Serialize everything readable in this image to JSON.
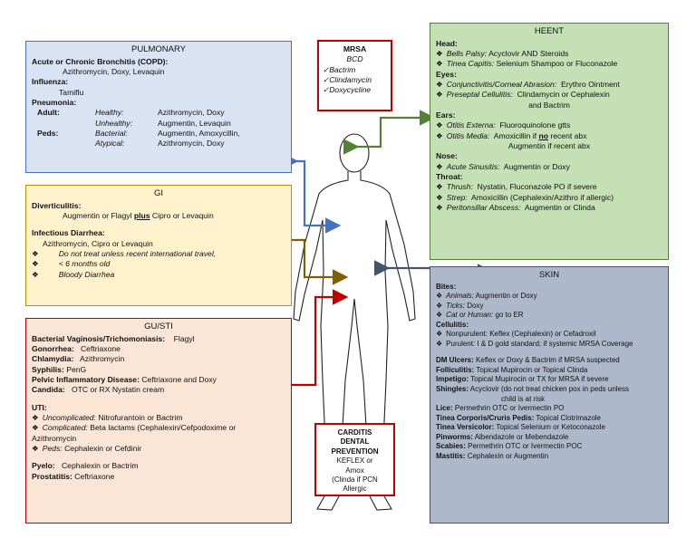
{
  "pulmonary": {
    "title": "PULMONARY",
    "bronchitis_label": "Acute or Chronic Bronchitis (COPD):",
    "bronchitis_tx": "Azithromycin, Doxy, Levaquin",
    "influenza_label": "Influenza:",
    "influenza_tx": "Tamiflu",
    "pneumonia_label": "Pneumonia:",
    "adult_label": "Adult:",
    "healthy_label": "Healthy:",
    "healthy_tx": "Azithromycin, Doxy",
    "unhealthy_label": "Unhealthy:",
    "unhealthy_tx": "Augmentin, Levaquin",
    "peds_label": "Peds:",
    "bacterial_label": "Bacterial:",
    "bacterial_tx": "Augmentin, Amoxycillin,",
    "atypical_label": "Atypical:",
    "atypical_tx": "Azithromycin, Doxy"
  },
  "mrsa": {
    "title": "MRSA",
    "subtitle": "BCD",
    "drugs": [
      "Bactrim",
      "Clindamycin",
      "Doxycycline"
    ]
  },
  "gi": {
    "title": "GI",
    "divert_label": "Diverticulitis:",
    "divert_tx_a": "Augmentin or Flagyl",
    "divert_plus": "plus",
    "divert_tx_b": "Cipro or Levaquin",
    "diarrhea_label": "Infectious Diarrhea:",
    "diarrhea_tx": "Azithromycin, Cipro or Levaquin",
    "notes": [
      "Do not treat unless recent international travel,",
      "< 6 months old",
      "Bloody Diarrhea"
    ]
  },
  "gu": {
    "title": "GU/STI",
    "bv_label": "Bacterial Vaginosis/Trichomoniasis:",
    "bv_tx": "Flagyl",
    "gon_label": "Gonorrhea:",
    "gon_tx": "Ceftriaxone",
    "chl_label": "Chlamydia:",
    "chl_tx": "Azithromycin",
    "syph_label": "Syphilis:",
    "syph_tx": "PenG",
    "pid_label": "Pelvic Inflammatory Disease:",
    "pid_tx": "Ceftriaxone and Doxy",
    "cand_label": "Candida:",
    "cand_tx": "OTC or RX Nystatin cream",
    "uti_label": "UTI:",
    "uncomp_label": "Uncomplicated:",
    "uncomp_tx": "Nitrofurantoin or Bactrim",
    "comp_label": "Complicated:",
    "comp_tx": "Beta lactams (Cephalexin/Cefpodoxime or",
    "comp_tx2": "Azithromycin",
    "peds_label": "Peds:",
    "peds_tx": "Cephalexin or Cefdinir",
    "pyelo_label": "Pyelo:",
    "pyelo_tx": "Cephalexin or Bactrim",
    "prost_label": "Prostatitis:",
    "prost_tx": "Ceftriaxone"
  },
  "heent": {
    "title": "HEENT",
    "head_label": "Head:",
    "bells_label": "Bells Palsy:",
    "bells_tx": "Acyclovir AND Steroids",
    "tinea_label": "Tinea Capitis:",
    "tinea_tx": "Selenium Shampoo or Fluconazole",
    "eyes_label": "Eyes:",
    "conj_label": "Conjunctivitis/Corneal Abrasion:",
    "conj_tx": "Erythro Ointment",
    "presep_label": "Preseptal Cellulitis:",
    "presep_tx": "Clindamycin or Cephalexin",
    "presep_tx2": "and Bactrim",
    "ears_label": "Ears:",
    "oe_label": "Otitis Externa:",
    "oe_tx": "Fluoroquinolone gtts",
    "om_label": "Otitis Media:",
    "om_tx_a": "Amoxicillin if",
    "om_no": "no",
    "om_tx_b": "recent abx",
    "om_tx2": "Augmentin if recent abx",
    "nose_label": "Nose:",
    "sinus_label": "Acute Sinusitis:",
    "sinus_tx": "Augmentin or  Doxy",
    "throat_label": "Throat:",
    "thrush_label": "Thrush:",
    "thrush_tx": "Nystatin, Fluconazole PO if severe",
    "strep_label": "Strep:",
    "strep_tx": "Amoxicillin (Cephalexin/Azithro if allergic)",
    "peri_label": "Peritonsillar Abscess:",
    "peri_tx": "Augmentin or Clinda"
  },
  "skin": {
    "title": "SKIN",
    "bites_label": "Bites:",
    "animals_label": "Animals:",
    "animals_tx": "Augmentin or Doxy",
    "ticks_label": "Ticks:",
    "ticks_tx": "Doxy",
    "cat_label": "Cat or Human:",
    "cat_tx": "go to ER",
    "cell_label": "Cellulitis:",
    "nonpur": "Nonpurulent:  Keflex (Cephalexin) or Cefadroxil",
    "pur": "Purulent:  I & D gold standard; if systemic MRSA Coverage",
    "dm_label": "DM Ulcers:",
    "dm_tx": "Keflex or Doxy & Bactrim if MRSA suspected",
    "foll_label": "Folliculitis:",
    "foll_tx": "Topical Mupirocin or Topical Clinda",
    "imp_label": "Impetigo:",
    "imp_tx": "Topical Mupirocin or TX for MRSA if severe",
    "shing_label": "Shingles:",
    "shing_tx": "Acyclovir (do not treat chicken pox in peds unless",
    "shing_tx2": "child is at risk",
    "lice_label": "Lice:",
    "lice_tx": "Permethrin OTC or Ivermectin PO",
    "tcorp_label": "Tinea Corporis/Cruris Pedis:",
    "tcorp_tx": "Topical Clotrimazole",
    "tvers_label": "Tinea Versicolor:",
    "tvers_tx": "Topical Selenium or Ketoconazole",
    "pin_label": "Pinworms:",
    "pin_tx": "Albendazole or Mebendazole",
    "scab_label": "Scabies:",
    "scab_tx": "Permethrin OTC or Ivermectin POC",
    "mast_label": "Mastitis:",
    "mast_tx": "Cephalexin or Augmentin"
  },
  "carditis": {
    "title1": "CARDITIS",
    "title2": "DENTAL PREVENTION",
    "line1": "KEFLEX or",
    "line2": "Amox",
    "line3": "(Clinda if PCN",
    "line4": "Allergic"
  },
  "colors": {
    "pulmonary": "#4472c4",
    "gi": "#7f6000",
    "gu": "#c00000",
    "heent": "#548235",
    "skin": "#44546a",
    "mrsa": "#c00000"
  }
}
